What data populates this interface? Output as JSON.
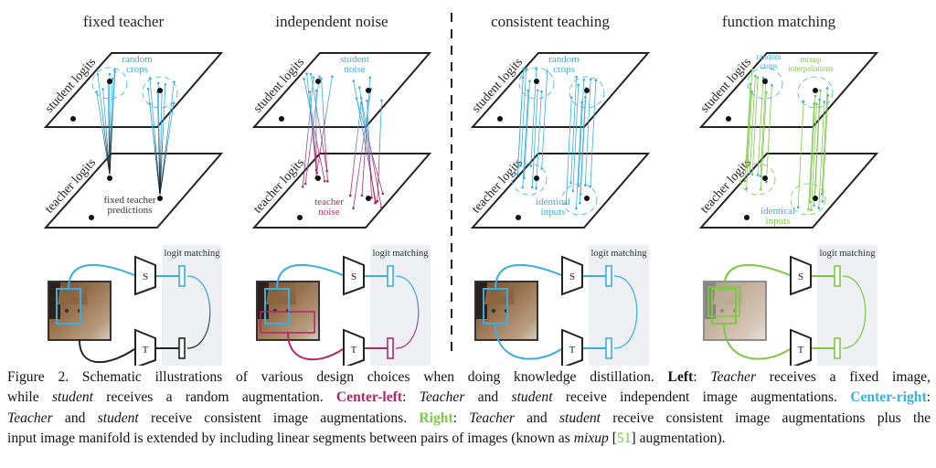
{
  "colors": {
    "blue": "#3aaee0",
    "magenta": "#b0286a",
    "green": "#7cc846",
    "black": "#222222",
    "panel_bg": "#eef0f3"
  },
  "panels": [
    {
      "title": "fixed teacher",
      "student_label": "student logits",
      "teacher_label": "teacher logits",
      "top_note": [
        "random",
        "crops"
      ],
      "bottom_note": [
        "fixed teacher",
        "predictions"
      ],
      "matching_label": "logit matching",
      "student_net": "S",
      "teacher_net": "T"
    },
    {
      "title": "independent noise",
      "student_label": "student logits",
      "teacher_label": "teacher logits",
      "top_note": [
        "student",
        "noise"
      ],
      "bottom_note": [
        "teacher",
        "noise"
      ],
      "matching_label": "logit matching",
      "student_net": "S",
      "teacher_net": "T"
    },
    {
      "title": "consistent teaching",
      "student_label": "student logits",
      "teacher_label": "teacher logits",
      "top_note": [
        "random",
        "crops"
      ],
      "bottom_note": [
        "identical",
        "inputs"
      ],
      "matching_label": "logit matching",
      "student_net": "S",
      "teacher_net": "T"
    },
    {
      "title": "function matching",
      "student_label": "student logits",
      "teacher_label": "teacher logits",
      "top_note": [
        "random",
        "crops"
      ],
      "top_note2": [
        "mixup",
        "interpolations"
      ],
      "bottom_note": [
        "identical",
        "inputs"
      ],
      "matching_label": "logit matching",
      "student_net": "S",
      "teacher_net": "T"
    }
  ],
  "caption": {
    "lines": [
      [
        {
          "t": "Figure 2.  Schematic illustrations of various design choices when doing knowledge distillation.  "
        },
        {
          "t": "Left",
          "s": "b"
        },
        {
          "t": ": "
        },
        {
          "t": "Teacher",
          "s": "i"
        },
        {
          "t": " receives a fixed image,"
        }
      ],
      [
        {
          "t": "while "
        },
        {
          "t": "student",
          "s": "i"
        },
        {
          "t": " receives a random augmentation. "
        },
        {
          "t": "Center-left",
          "s": "b",
          "c": "magenta"
        },
        {
          "t": ": "
        },
        {
          "t": "Teacher",
          "s": "i"
        },
        {
          "t": " and "
        },
        {
          "t": "student",
          "s": "i"
        },
        {
          "t": " receive independent image augmentations. "
        },
        {
          "t": "Center-right",
          "s": "b",
          "c": "blue"
        },
        {
          "t": ":"
        }
      ],
      [
        {
          "t": "Teacher",
          "s": "i"
        },
        {
          "t": " and "
        },
        {
          "t": "student",
          "s": "i"
        },
        {
          "t": " receive consistent image augmentations. "
        },
        {
          "t": "Right",
          "s": "b",
          "c": "green"
        },
        {
          "t": ": "
        },
        {
          "t": "Teacher",
          "s": "i"
        },
        {
          "t": " and "
        },
        {
          "t": "student",
          "s": "i"
        },
        {
          "t": " receive consistent image augmentations plus the"
        }
      ],
      [
        {
          "t": "input image manifold is extended by including linear segments between pairs of images (known as "
        },
        {
          "t": "mixup",
          "s": "i"
        },
        {
          "t": " ["
        },
        {
          "t": "51",
          "c": "green"
        },
        {
          "t": "] augmentation)."
        }
      ]
    ]
  }
}
